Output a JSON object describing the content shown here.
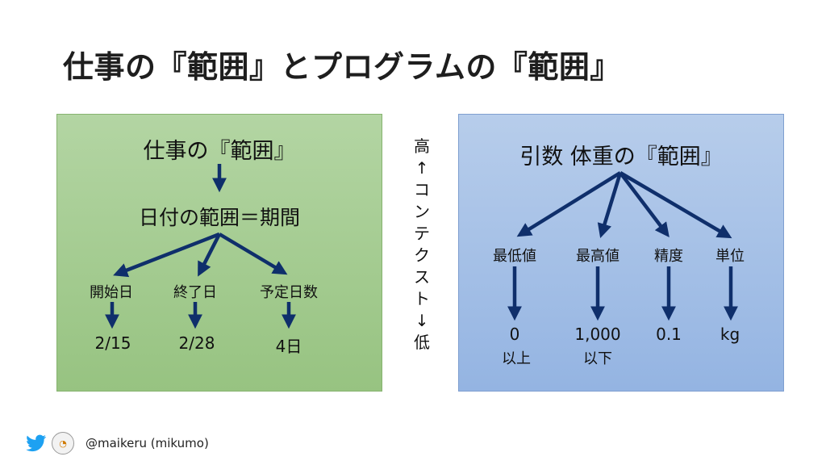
{
  "title": "仕事の『範囲』とプログラムの『範囲』",
  "left_panel": {
    "top": "仕事の『範囲』",
    "middle": "日付の範囲＝期間",
    "items": [
      {
        "label": "開始日",
        "value": "2/15"
      },
      {
        "label": "終了日",
        "value": "2/28"
      },
      {
        "label": "予定日数",
        "value": "4日"
      }
    ]
  },
  "center": {
    "high": "高",
    "up_arrow": "↑",
    "context": [
      "コ",
      "ン",
      "テ",
      "ク",
      "ス",
      "ト"
    ],
    "down_arrow": "↓",
    "low": "低"
  },
  "right_panel": {
    "top": "引数 体重の『範囲』",
    "items": [
      {
        "label": "最低値",
        "value": "0",
        "sub": "以上"
      },
      {
        "label": "最高値",
        "value": "1,000",
        "sub": "以下"
      },
      {
        "label": "精度",
        "value": "0.1",
        "sub": ""
      },
      {
        "label": "単位",
        "value": "kg",
        "sub": ""
      }
    ]
  },
  "footer": {
    "handle": "@maikeru (mikumo)",
    "icons": [
      "twitter-bird-icon",
      "avatar-icon"
    ]
  },
  "colors": {
    "left_panel": "#a9cf97",
    "right_panel": "#a7c2e7",
    "arrow": "#0f2f6b",
    "twitter": "#1da1f2"
  }
}
